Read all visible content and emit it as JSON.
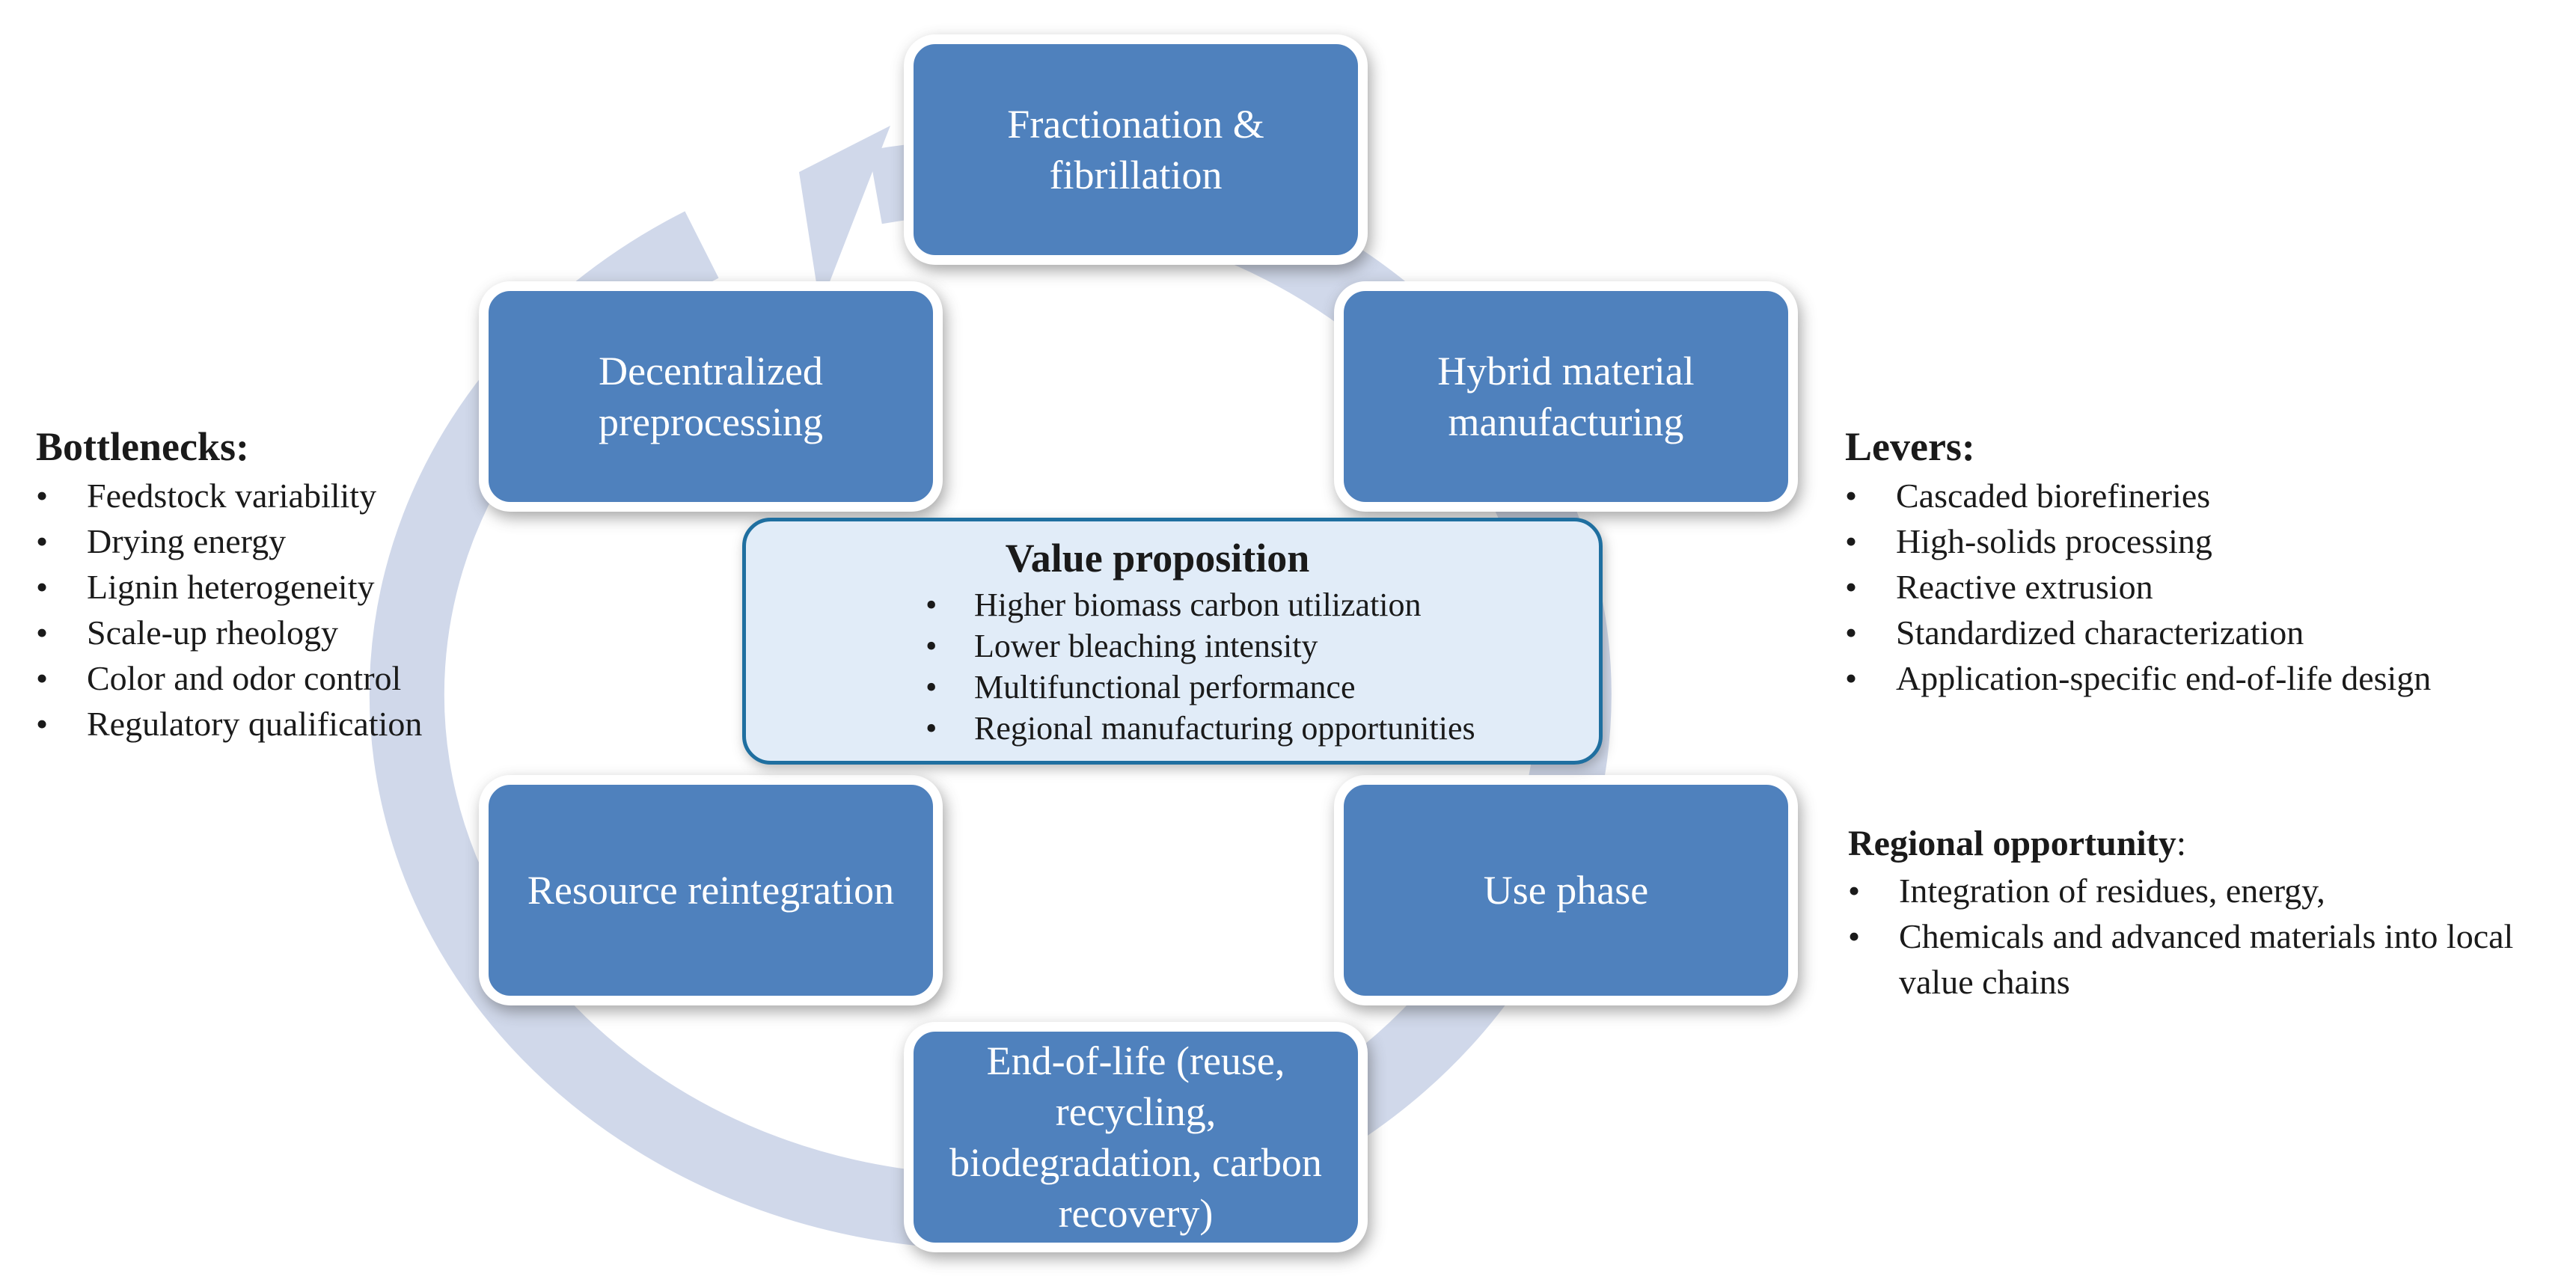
{
  "colors": {
    "node_fill": "#4f81bd",
    "node_border": "#ffffff",
    "ring": "#d0d8ea",
    "value_fill": "#e1ecf8",
    "value_border": "#1f6fa0"
  },
  "cycle": {
    "fractionation": "Fractionation & fibrillation",
    "hybrid": "Hybrid material manufacturing",
    "use": "Use phase",
    "eol": "End-of-life (reuse, recycling, biodegradation, carbon recovery)",
    "resource": "Resource reintegration",
    "decentral": "Decentralized preprocessing"
  },
  "value_proposition": {
    "title": "Value proposition",
    "items": [
      "Higher biomass carbon utilization",
      "Lower bleaching intensity",
      "Multifunctional performance",
      "Regional manufacturing opportunities"
    ]
  },
  "bottlenecks": {
    "title": "Bottlenecks:",
    "items": [
      "Feedstock variability",
      "Drying energy",
      "Lignin heterogeneity",
      "Scale-up rheology",
      "Color and odor control",
      "Regulatory qualification"
    ]
  },
  "levers": {
    "title": "Levers:",
    "items": [
      "Cascaded biorefineries",
      "High-solids processing",
      "Reactive extrusion",
      "Standardized characterization",
      "Application-specific end-of-life design"
    ]
  },
  "regional": {
    "title": "Regional opportunity",
    "title_suffix": ":",
    "items": [
      "Integration of residues, energy,",
      "Chemicals and advanced materials into local value chains"
    ]
  }
}
